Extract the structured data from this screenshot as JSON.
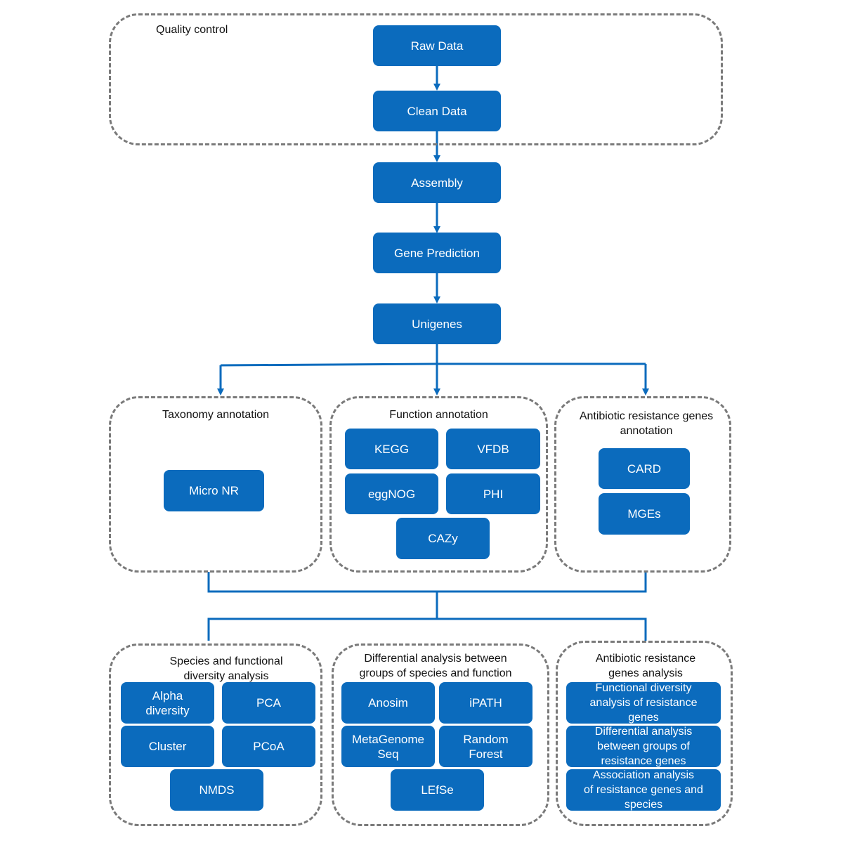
{
  "groups": {
    "quality_control": "Quality control",
    "taxonomy": "Taxonomy annotation",
    "function": "Function annotation",
    "antibiotic_annotation": "Antibiotic resistance genes\nannotation",
    "diversity": "Species and functional\ndiversity analysis",
    "differential": "Differential analysis between\ngroups of species and function",
    "antibiotic_analysis": "Antibiotic resistance\ngenes analysis"
  },
  "pipeline": {
    "raw_data": "Raw Data",
    "clean_data": "Clean Data",
    "assembly": "Assembly",
    "gene_prediction": "Gene Prediction",
    "unigenes": "Unigenes"
  },
  "taxonomy": {
    "micro_nr": "Micro NR"
  },
  "function": {
    "kegg": "KEGG",
    "vfdb": "VFDB",
    "eggnog": "eggNOG",
    "phi": "PHI",
    "cazy": "CAZy"
  },
  "antibiotic_annotation": {
    "card": "CARD",
    "mges": "MGEs"
  },
  "diversity": {
    "alpha": "Alpha\ndiversity",
    "pca": "PCA",
    "cluster": "Cluster",
    "pcoa": "PCoA",
    "nmds": "NMDS"
  },
  "differential": {
    "anosim": "Anosim",
    "ipath": "iPATH",
    "metagenomeseq": "MetaGenome\nSeq",
    "random_forest": "Random\nForest",
    "lefse": "LEfSe"
  },
  "antibiotic_analysis": {
    "functional": "Functional diversity\nanalysis of resistance\ngenes",
    "differential": "Differential analysis\nbetween groups of\nresistance genes",
    "association": "Association analysis\nof resistance genes and\nspecies"
  },
  "colors": {
    "node_fill": "#0b6bbd",
    "connector": "#0b6bbd",
    "group_border": "#7a7a7a"
  }
}
